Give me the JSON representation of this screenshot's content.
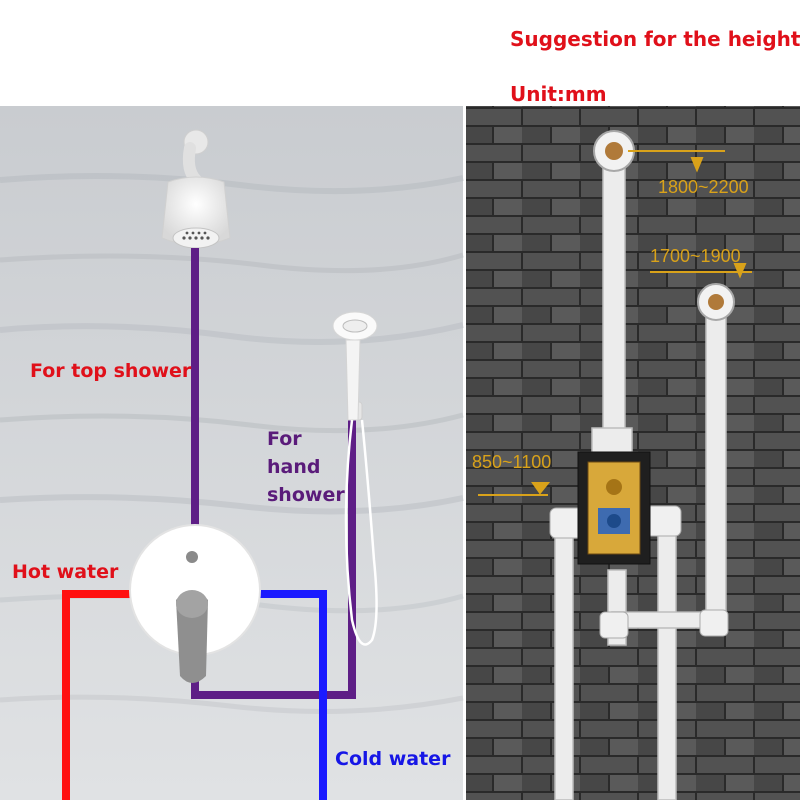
{
  "header": {
    "title": "Suggestion for the height",
    "unit": "Unit:mm"
  },
  "left_panel": {
    "top_shower_label": "For top shower",
    "hand_shower_label": [
      "For",
      "hand",
      "shower"
    ],
    "hot_water_label": "Hot water",
    "cold_water_label": "Cold water"
  },
  "right_panel": {
    "top_height": "1800~2200",
    "hand_height": "1700~1900",
    "valve_height": "850~1100"
  },
  "colors": {
    "title": "#e0101a",
    "hot_pipe": "#ff1010",
    "cold_pipe": "#1a1aff",
    "shower_pipe": "#5e1e86",
    "dimension": "#d9a21a",
    "brick": "#4a4a4a"
  }
}
